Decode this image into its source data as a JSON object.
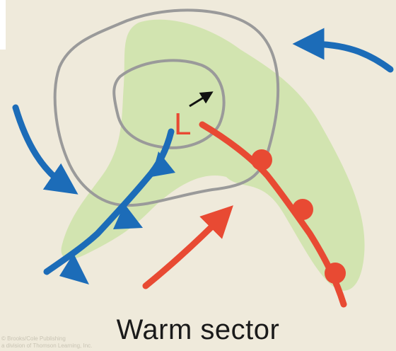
{
  "diagram": {
    "low_pressure_label": "L",
    "caption": "Warm sector",
    "credit_text": "© Brooks/Cole Publishing",
    "credit_text_2": "a division of Thomson Learning, Inc."
  },
  "colors": {
    "background": "#efeadb",
    "cloud_area": "#d2e4b0",
    "isobar": "#9a9a9a",
    "cold_front": "#1c6cb8",
    "warm_front": "#e84a33",
    "low_center": "#e84a33"
  }
}
